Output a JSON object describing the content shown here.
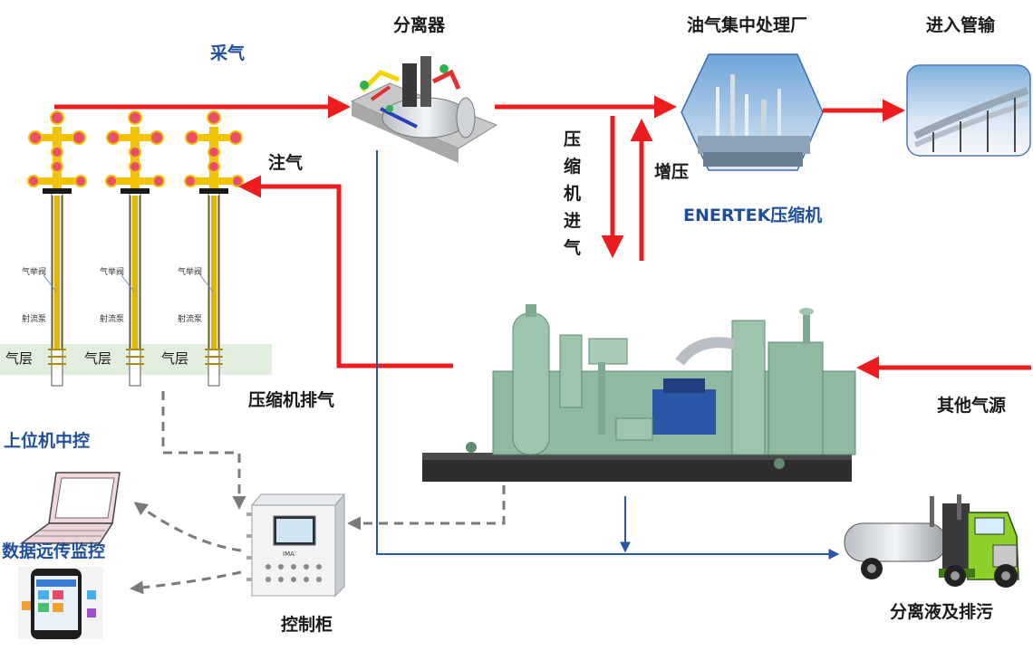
{
  "labels": {
    "gas_production": "采气",
    "separator": "分离器",
    "plant": "油气集中处理厂",
    "pipeline": "进入管输",
    "gas_injection": "注气",
    "compressor_inlet": "压缩机进气",
    "boost": "增压",
    "compressor_name": "ENERTEK压缩机",
    "compressor_exhaust": "压缩机排气",
    "other_sources": "其他气源",
    "upper_control": "上位机中控",
    "remote_monitor": "数据远传监控",
    "control_cabinet": "控制柜",
    "liquid_discharge": "分离液及排污",
    "well_valve": "气举阀",
    "well_pump": "射流泵",
    "gas_layer": "气层",
    "cabinet_tag": "IMA"
  },
  "colors": {
    "gas_flow": "#ee1c1c",
    "liquid_flow": "#2a56a8",
    "signal": "#7a7a7a",
    "label_blue": "#1f4e9a",
    "wellhead": "#f2c400",
    "wellhead_valve": "#e8506a",
    "compressor_green": "#8fb9a0",
    "layer_band": "#e2eedd"
  }
}
